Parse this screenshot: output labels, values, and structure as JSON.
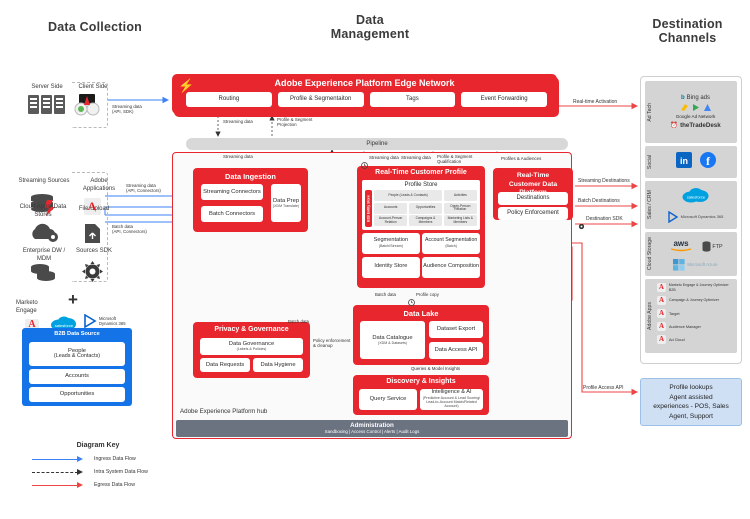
{
  "columns": {
    "left": "Data Collection",
    "center_line1": "Data",
    "center_line2": "Management",
    "right_line1": "Destination",
    "right_line2": "Channels"
  },
  "edge_network": {
    "title": "Adobe Experience Platform Edge Network",
    "items": [
      "Routing",
      "Profile & Segmentaiton",
      "Tags",
      "Event Forwarding"
    ],
    "icon": "lightning-bolt-icon"
  },
  "pipeline": {
    "label": "Pipeline"
  },
  "hub": {
    "label": "Adobe Experience Platform hub",
    "administration": {
      "title": "Administration",
      "subtitle": "Sandboxing  |  Access Control  |  Alerts  |  Audit Logs"
    }
  },
  "data_ingestion": {
    "title": "Data Ingestion",
    "streaming_connectors": "Streaming Connectors",
    "batch_connectors": "Batch Connectors",
    "data_prep": "Data Prep",
    "data_prep_sub": "(XDM Translate)"
  },
  "rtcp": {
    "title": "Real-Time Customer Profile",
    "profile_store": "Profile Store",
    "profile_store_icon": "profile-store-icon",
    "b2b_spine": "B2B Entity Store",
    "entities": [
      "People (Leads & Contacts)",
      "Activities",
      "Accounts",
      "Opportunities",
      "Oppty-Person Relation",
      "Account-Person Relation",
      "Campaigns & Members",
      "Marketing Lists & Members"
    ],
    "segmentation": "Segmentation",
    "segmentation_sub": "(Batch/Stream)",
    "account_segmentation": "Account Segmentation",
    "account_segmentation_sub": "(Batch)",
    "identity_store": "Identity Store",
    "identity_icon": "identity-gear-icon",
    "audience_composition": "Audience Composition"
  },
  "rtcdp": {
    "title_line1": "Real-Time",
    "title_line2": "Customer Data Platform",
    "destinations": "Destinations",
    "policy_enforcement": "Policy Enforcement"
  },
  "privacy": {
    "title": "Privacy & Governance",
    "data_governance": "Data Governance",
    "data_governance_sub": "(Labels & Policies)",
    "data_requests": "Data Requests",
    "data_hygiene": "Data Hygiene"
  },
  "data_lake": {
    "title": "Data Lake",
    "catalogue": "Data Catalogue",
    "catalogue_sub": "(XDM & Datasets)",
    "dataset_export": "Dataset Export",
    "data_access_api": "Data Access API"
  },
  "discovery": {
    "title": "Discovery & Insights",
    "query_service": "Query Service",
    "intelligence": "Intelligence & AI",
    "intelligence_sub1": "(Predictive Account & Lead Scoring/",
    "intelligence_sub2": "Lead-to-Account Match/Related Account)"
  },
  "sources": {
    "server_side": "Server Side",
    "server_side_icon": "server-rack-icon",
    "client_side": "Client Side",
    "client_side_icon": "client-devices-icon",
    "streaming_sources": "Streaming Sources",
    "streaming_sources_icon": "streaming-database-icon",
    "adobe_applications": "Adobe Applications",
    "adobe_applications_icon": "adobe-logo-icon",
    "cloud_apps": "Cloud Apps/ Data Stores",
    "cloud_apps_icon": "cloud-gear-icon",
    "file_upload": "File Upload",
    "file_upload_icon": "file-upload-icon",
    "enterprise_dw": "Enterprise DW / MDM",
    "enterprise_dw_icon": "database-stack-icon",
    "sources_sdk": "Sources SDK",
    "sources_sdk_icon": "gear-icon",
    "plus_icon": "plus-icon",
    "marketo_engage": "Marketo Engage",
    "marketo_icon": "adobe-logo-icon",
    "salesforce_icon": "salesforce-cloud-icon",
    "salesforce_label": "salesforce",
    "dynamics_icon": "microsoft-dynamics-icon",
    "dynamics_label1": "Microsoft",
    "dynamics_label2": "Dynamics 365"
  },
  "b2b_source": {
    "title": "B2B Data Source",
    "people": "People",
    "people_sub": "(Leads & Contacts)",
    "accounts": "Accounts",
    "opportunities": "Opportunities"
  },
  "flows": {
    "streaming_api_sdk": "Streaming data",
    "streaming_api_sdk_sub": "(API, SDK)",
    "streaming_connectors": "Streaming data",
    "streaming_connectors_sub": "(API, Connectors)",
    "batch_connectors": "Batch data",
    "batch_connectors_sub": "(API, Connectors)",
    "streaming_data": "Streaming data",
    "profile_segment_projection": "Profile & Segment Projection",
    "profile_segment_qualification": "Profile & Segment Qualification",
    "profiles_audiences": "Profiles & Audiences",
    "batch_data": "Batch data",
    "profile_copy": "Profile copy",
    "policy_enforcement_cleanup": "Policy enforcement & cleanup",
    "queries_model_insights": "Queries & Model Insights",
    "real_time_activation": "Real-time Activation",
    "streaming_destinations": "Streaming Destinations",
    "batch_destinations": "Batch Destinations",
    "destination_sdk": "Destination SDK",
    "profile_access_api": "Profile Access API",
    "clock_icon": "clock-icon",
    "sdk_gear_icon": "gear-icon"
  },
  "destination_channels": {
    "groups": [
      {
        "label": "Ad Tech",
        "brands": [
          "Bing ads",
          "Google Ad Network",
          "theTradeDesk"
        ]
      },
      {
        "label": "Social",
        "brands": [
          "LinkedIn",
          "Facebook"
        ]
      },
      {
        "label": "Sales / CRM",
        "brands": [
          "salesforce",
          "Microsoft Dynamics 365"
        ]
      },
      {
        "label": "Cloud Storage",
        "brands": [
          "aws",
          "FTP",
          "Microsoft Azure"
        ]
      },
      {
        "label": "Adobe Apps",
        "brands": [
          "Marketo Engage & Journey Optimizer B2B",
          "Campaign & Journey Optimizer",
          "Target",
          "Audience Manager",
          "Ad Cloud"
        ]
      }
    ]
  },
  "agent_box": {
    "line1": "Profile lookups",
    "line2": "Agent assisted",
    "line3": "experiences - POS, Sales",
    "line4": "Agent, Support"
  },
  "diagram_key": {
    "title": "Diagram Key",
    "items": [
      {
        "label": "Ingress Data Flow",
        "color": "#3b82f6"
      },
      {
        "label": "Intra System Data Flow",
        "color": "#333333"
      },
      {
        "label": "Egress Data Flow",
        "color": "#ef4444"
      }
    ]
  },
  "colors": {
    "adobe_red": "#e8262d",
    "ingress_blue": "#3b82f6",
    "egress_red": "#ef4444",
    "b2b_blue": "#1473e6",
    "admin_gray": "#6b7280"
  }
}
